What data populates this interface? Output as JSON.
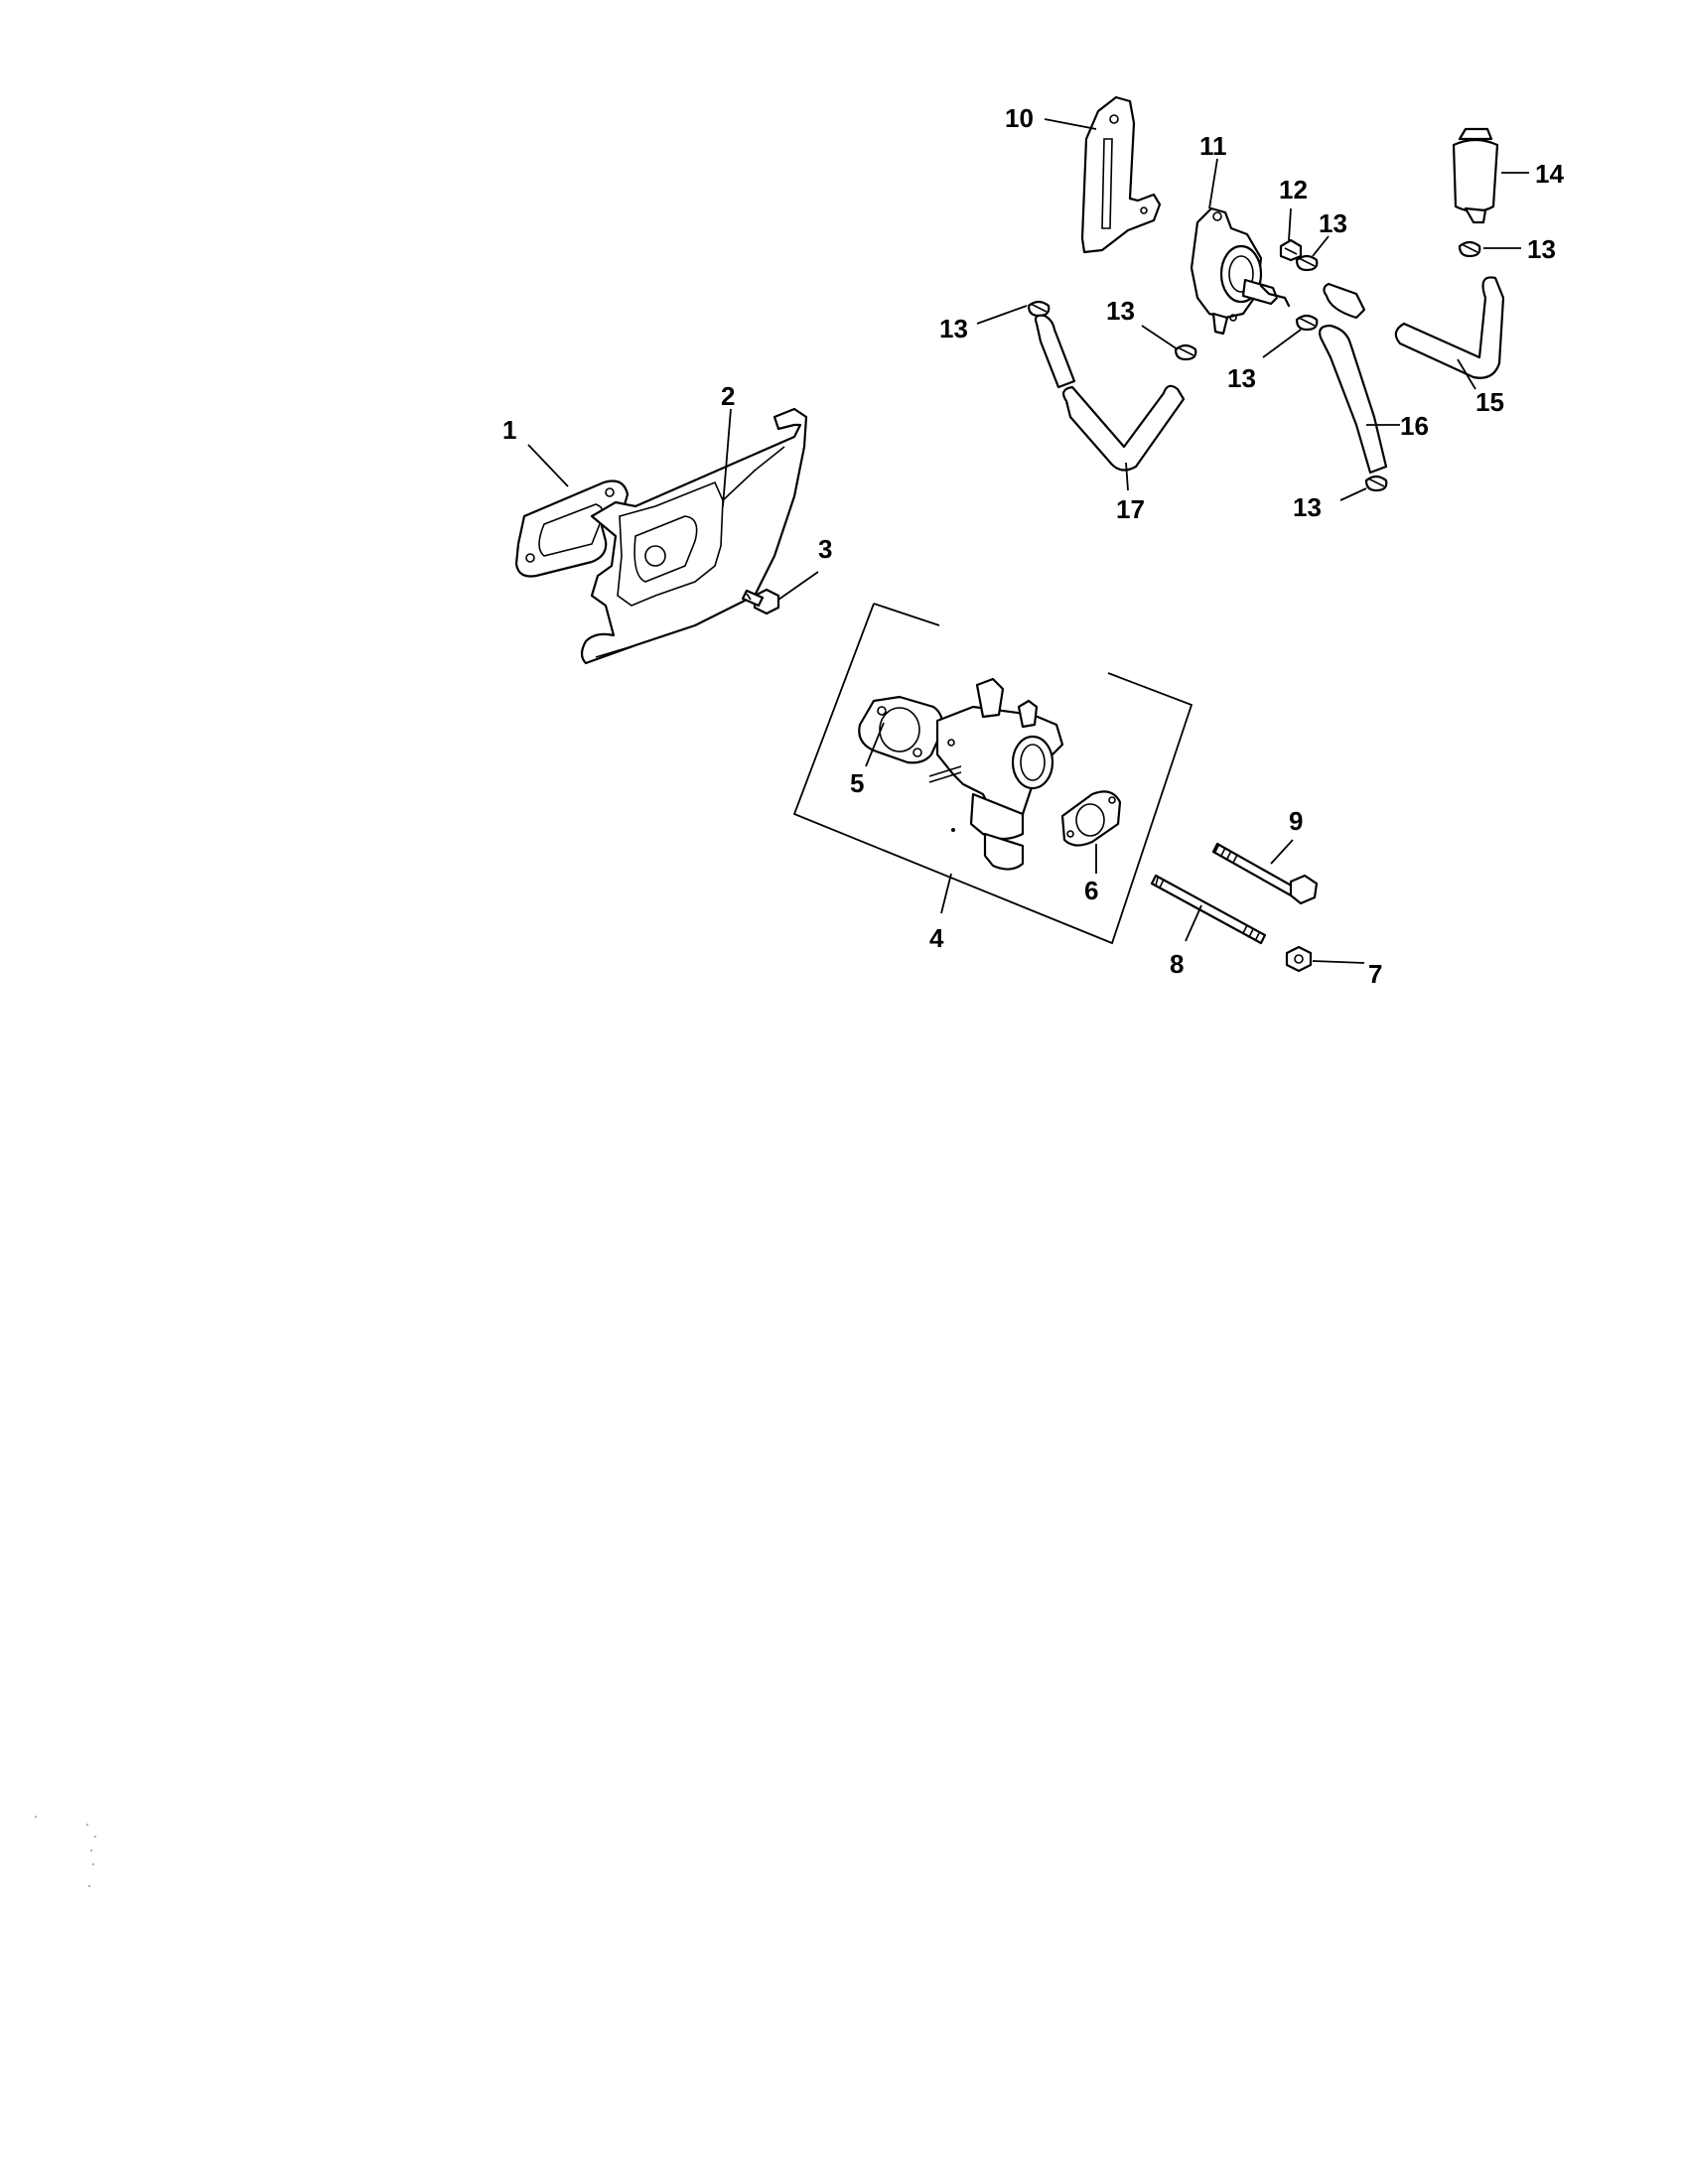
{
  "callouts": {
    "c1": "1",
    "c2": "2",
    "c3": "3",
    "c4": "4",
    "c5": "5",
    "c6": "6",
    "c7": "7",
    "c8": "8",
    "c9": "9",
    "c10": "10",
    "c11": "11",
    "c12": "12",
    "c13a": "13",
    "c13b": "13",
    "c13c": "13",
    "c13d": "13",
    "c13e": "13",
    "c13f": "13",
    "c14": "14",
    "c15": "15",
    "c16": "16",
    "c17": "17"
  },
  "colors": {
    "ink": "#000000",
    "paper": "#ffffff"
  }
}
